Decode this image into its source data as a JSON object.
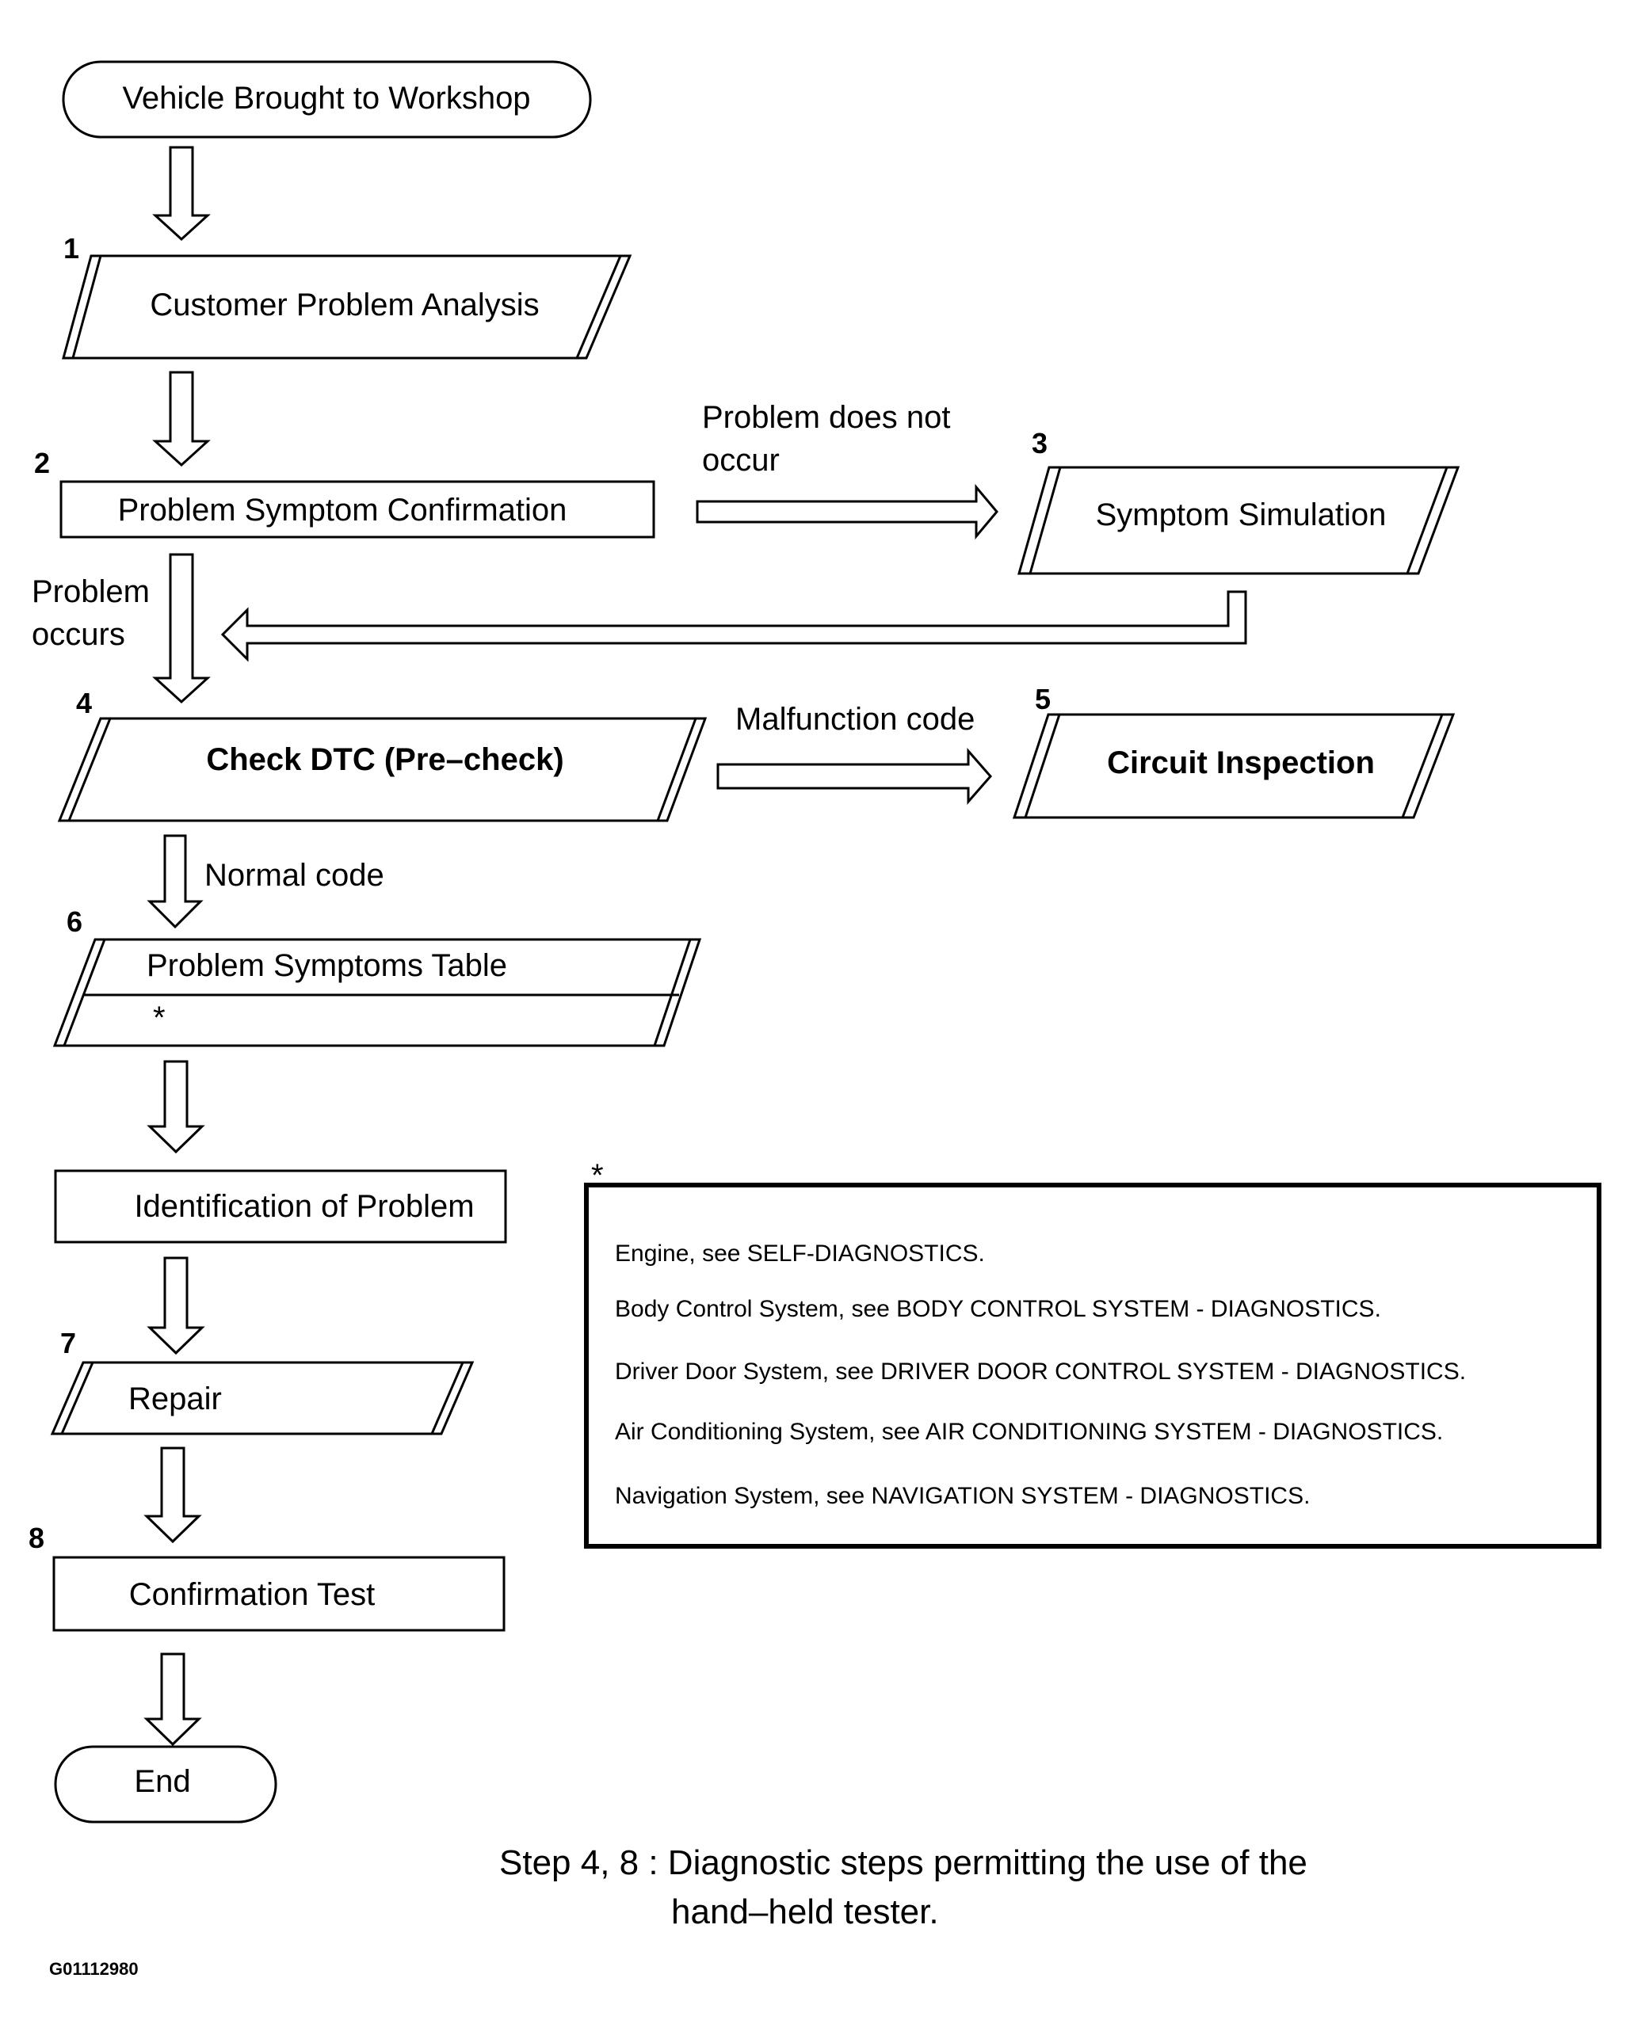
{
  "nodes": {
    "start": "Vehicle Brought to Workshop",
    "customer_problem": "Customer Problem Analysis",
    "symptom_confirmation": "Problem Symptom Confirmation",
    "symptom_simulation": "Symptom Simulation",
    "check_dtc": "Check DTC (Pre–check)",
    "circuit_inspection": "Circuit Inspection",
    "symptoms_table": "Problem Symptoms Table",
    "symptoms_table_note": "*",
    "identification": "Identification of Problem",
    "repair": "Repair",
    "confirmation_test": "Confirmation Test",
    "end": "End"
  },
  "step_numbers": {
    "s1": "1",
    "s2": "2",
    "s3": "3",
    "s4": "4",
    "s5": "5",
    "s6": "6",
    "s7": "7",
    "s8": "8"
  },
  "edge_labels": {
    "does_not_occur_1": "Problem  does  not",
    "does_not_occur_2": "occur",
    "occurs_1": "Problem",
    "occurs_2": "occurs",
    "malfunction_code": "Malfunction code",
    "normal_code": "Normal code"
  },
  "note": {
    "marker": "*",
    "lines": [
      "Engine, see SELF-DIAGNOSTICS.",
      "Body Control System, see BODY CONTROL SYSTEM - DIAGNOSTICS.",
      "Driver Door  System, see DRIVER DOOR CONTROL SYSTEM - DIAGNOSTICS.",
      "Air Conditioning System, see AIR CONDITIONING SYSTEM - DIAGNOSTICS.",
      "Navigation System, see NAVIGATION SYSTEM - DIAGNOSTICS."
    ]
  },
  "footnote": {
    "line1": "Step 4, 8 : Diagnostic steps permitting the use of the",
    "line2": "hand–held tester."
  },
  "figure_id": "G01112980"
}
